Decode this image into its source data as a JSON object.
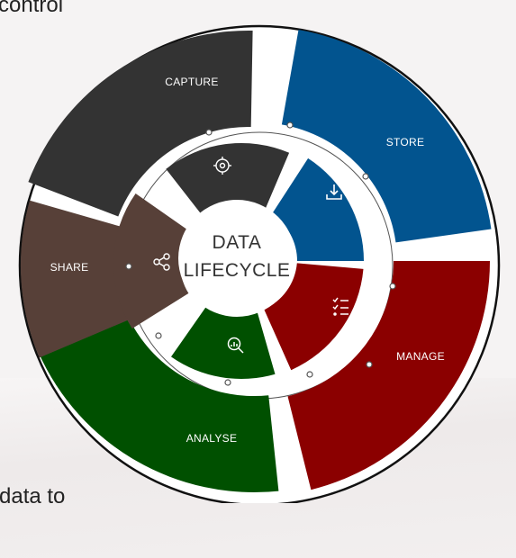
{
  "fragments": {
    "top": "control",
    "bottom": "data to"
  },
  "diagram": {
    "center": {
      "line1": "DATA",
      "line2": "LIFECYCLE"
    },
    "segments": [
      {
        "key": "capture",
        "label": "CAPTURE",
        "color": "#333333",
        "icon": "target-icon"
      },
      {
        "key": "store",
        "label": "STORE",
        "color": "#02548f",
        "icon": "download-tray-icon"
      },
      {
        "key": "manage",
        "label": "MANAGE",
        "color": "#8b0000",
        "icon": "checklist-icon"
      },
      {
        "key": "analyse",
        "label": "ANALYSE",
        "color": "#005000",
        "icon": "magnify-chart-icon"
      },
      {
        "key": "share",
        "label": "SHARE",
        "color": "#574038",
        "icon": "share-icon"
      }
    ]
  }
}
